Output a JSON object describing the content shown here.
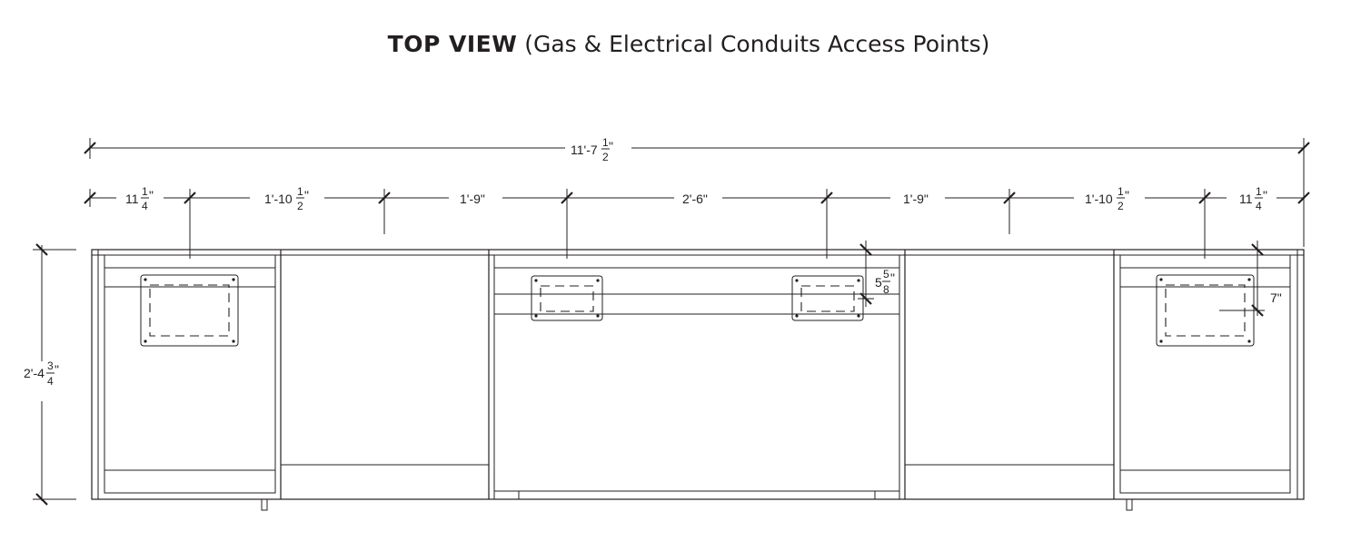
{
  "title": {
    "main": "TOP VIEW",
    "sub": "(Gas & Electrical Conduits Access Points)"
  },
  "dimensions": {
    "overall_width": {
      "whole": "11'-7",
      "num": "1",
      "den": "2",
      "unit": "\""
    },
    "segments": [
      {
        "whole": "11",
        "num": "1",
        "den": "4",
        "unit": "\""
      },
      {
        "whole": "1'-10",
        "num": "1",
        "den": "2",
        "unit": "\""
      },
      {
        "whole": "1'-9\"",
        "num": "",
        "den": "",
        "unit": ""
      },
      {
        "whole": "2'-6\"",
        "num": "",
        "den": "",
        "unit": ""
      },
      {
        "whole": "1'-9\"",
        "num": "",
        "den": "",
        "unit": ""
      },
      {
        "whole": "1'-10",
        "num": "1",
        "den": "2",
        "unit": "\""
      },
      {
        "whole": "11",
        "num": "1",
        "den": "4",
        "unit": "\""
      }
    ],
    "depth": {
      "whole": "2'-4",
      "num": "3",
      "den": "4",
      "unit": "\""
    },
    "conduit_offset": {
      "whole": "5",
      "num": "5",
      "den": "8",
      "unit": "\""
    },
    "side_offset": {
      "whole": "7\"",
      "num": "",
      "den": "",
      "unit": ""
    }
  }
}
